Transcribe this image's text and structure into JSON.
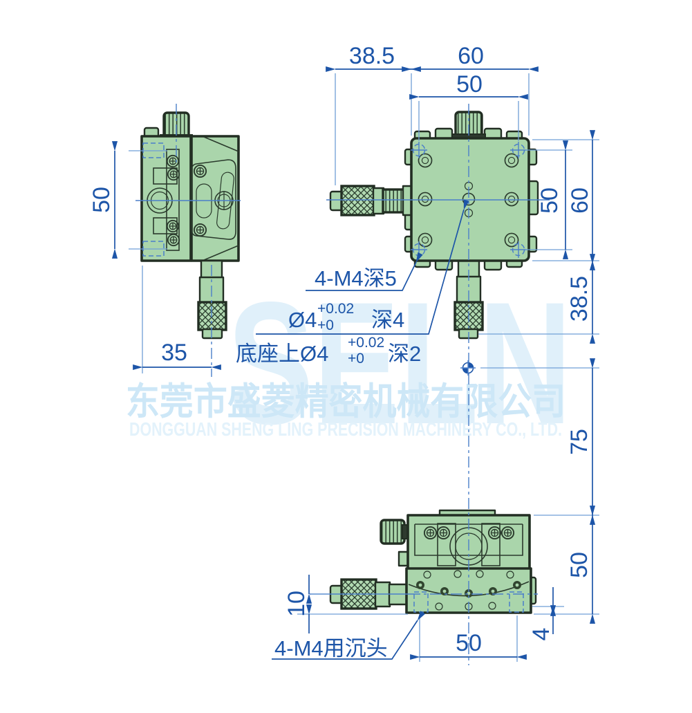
{
  "watermark": {
    "logo": "SELN",
    "company_cn": "东莞市盛菱精密机械有限公司",
    "company_en": "DONGGUAN SHENG LING PRECISION MACHINERY CO., LTD."
  },
  "views": {
    "side": {
      "hole_span_height": "50",
      "edge_to_axis": "35"
    },
    "top": {
      "micrometer_length_left": "38.5",
      "body_width": "60",
      "hole_span_x": "50",
      "hole_span_y": "50",
      "body_height": "60",
      "micrometer_length_bottom": "38.5"
    },
    "front": {
      "center_to_stage_top": "75",
      "stage_height": "50",
      "hole_span": "50",
      "base_step": "4",
      "axis_to_bottom": "10"
    }
  },
  "annotations": {
    "m4_top": "4-M4深5",
    "pin": {
      "dia": "Ø4",
      "tol_up": "+0.02",
      "tol_dn": "+0",
      "depth": "深4"
    },
    "base_pin": {
      "dia": "底座上Ø4",
      "tol_up": "+0.02",
      "tol_dn": "+0",
      "depth": "深2"
    },
    "countersink": "4-M4用沉头"
  },
  "colors": {
    "dimension_blue": "#1d55a8",
    "extension_blue": "#6f9fd6",
    "centerline_blue": "#4b7fc9",
    "body_green": "#aad5ab",
    "outline_dark": "#222e23",
    "watermark_logo": "#d9edf9",
    "watermark_cn": "#cde7f7",
    "watermark_en": "#e3f2fb"
  }
}
